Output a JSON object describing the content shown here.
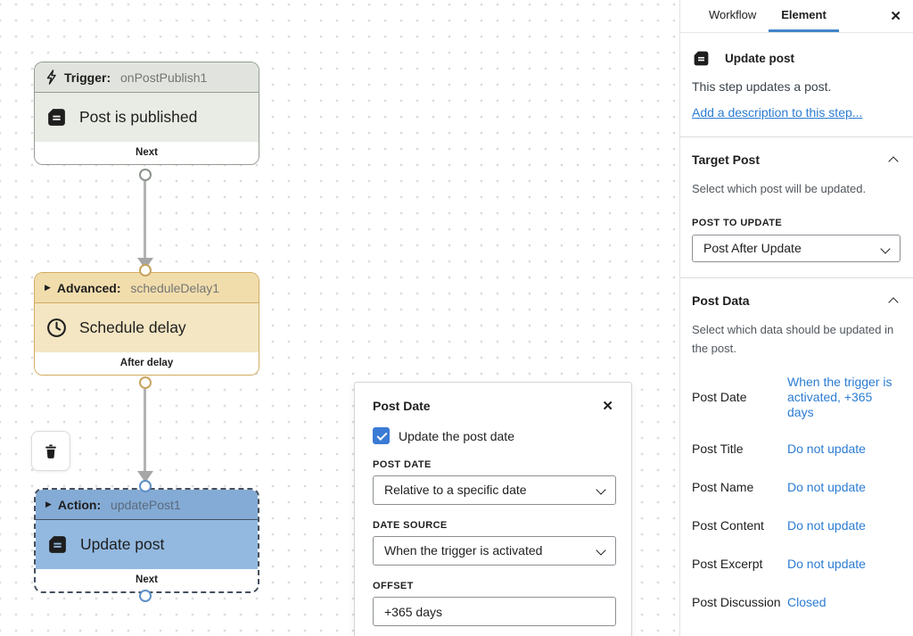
{
  "colors": {
    "link_blue": "#2b7cd3",
    "tab_underline_blue": "#4285c9",
    "checkbox_blue": "#3a7bd5",
    "trigger_node": "#e9ebe5",
    "advanced_node": "#f4e6c3",
    "action_node": "#93b9e0",
    "connector_gray": "#b3b3b3"
  },
  "canvas": {
    "nodes": [
      {
        "kind": "trigger",
        "icon": "lightning-bolt-icon",
        "header_prefix": "Trigger: ",
        "header_id": "onPostPublish1",
        "body_icon": "post-icon",
        "title": "Post is published",
        "footer": "Next"
      },
      {
        "kind": "advanced",
        "collapse_icon": "▶",
        "header_prefix": "Advanced: ",
        "header_id": "scheduleDelay1",
        "body_icon": "clock-icon",
        "title": "Schedule delay",
        "footer": "After delay"
      },
      {
        "kind": "action",
        "collapse_icon": "▶",
        "header_prefix": "Action: ",
        "header_id": "updatePost1",
        "body_icon": "post-icon",
        "title": "Update post",
        "footer": "Next"
      }
    ],
    "trash_icon": "trash-icon"
  },
  "modal": {
    "title": "Post Date",
    "close_glyph": "✕",
    "checkbox_checked": true,
    "checkbox_label": "Update the post date",
    "fields": [
      {
        "label": "POST DATE",
        "type": "select",
        "value": "Relative to a specific date"
      },
      {
        "label": "DATE SOURCE",
        "type": "select",
        "value": "When the trigger is activated"
      },
      {
        "label": "OFFSET",
        "type": "input",
        "value": "+365 days"
      }
    ]
  },
  "sidebar": {
    "tabs": [
      {
        "label": "Workflow",
        "active": false
      },
      {
        "label": "Element",
        "active": true
      }
    ],
    "close_glyph": "✕",
    "element": {
      "icon": "post-icon",
      "title": "Update post",
      "description": "This step updates a post.",
      "add_description_link": "Add a description to this step..."
    },
    "sections": [
      {
        "title": "Target Post",
        "description": "Select which post will be updated.",
        "field_label": "POST TO UPDATE",
        "field_value": "Post After Update"
      },
      {
        "title": "Post Data",
        "description": "Select which data should be updated in the post.",
        "rows": [
          {
            "label": "Post Date",
            "value": "When the trigger is activated, +365 days"
          },
          {
            "label": "Post Title",
            "value": "Do not update"
          },
          {
            "label": "Post Name",
            "value": "Do not update"
          },
          {
            "label": "Post Content",
            "value": "Do not update"
          },
          {
            "label": "Post Excerpt",
            "value": "Do not update"
          },
          {
            "label": "Post Discussion",
            "value": "Closed"
          }
        ]
      }
    ]
  }
}
